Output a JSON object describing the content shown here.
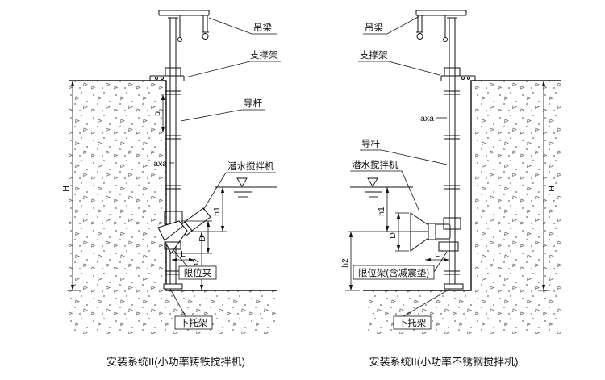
{
  "page": {
    "background": "#ffffff",
    "line_color": "#111111"
  },
  "left": {
    "caption": "安装系统II(小功率铸铁搅拌机)",
    "labels": {
      "hanging_beam": "吊梁",
      "support_frame": "支撑架",
      "guide_rod": "导杆",
      "mixer": "潜水搅拌机",
      "limit_clamp": "限位夹",
      "bottom_bracket": "下托架"
    },
    "dims": {
      "H": "H",
      "b": "b",
      "axa": "axa",
      "h1": "h1",
      "h2": "h2",
      "D": "D",
      "L": "L"
    }
  },
  "right": {
    "caption": "安装系统II(小功率不锈钢搅拌机)",
    "labels": {
      "hanging_beam": "吊梁",
      "support_frame": "支撑架",
      "guide_rod": "导杆",
      "mixer": "潜水搅拌机",
      "limit_frame": "限位架(含减震垫)",
      "bottom_bracket": "下托架"
    },
    "dims": {
      "H": "H",
      "axa": "axa",
      "h1": "h1",
      "h2": "h2",
      "D": "D",
      "L": "L"
    }
  }
}
